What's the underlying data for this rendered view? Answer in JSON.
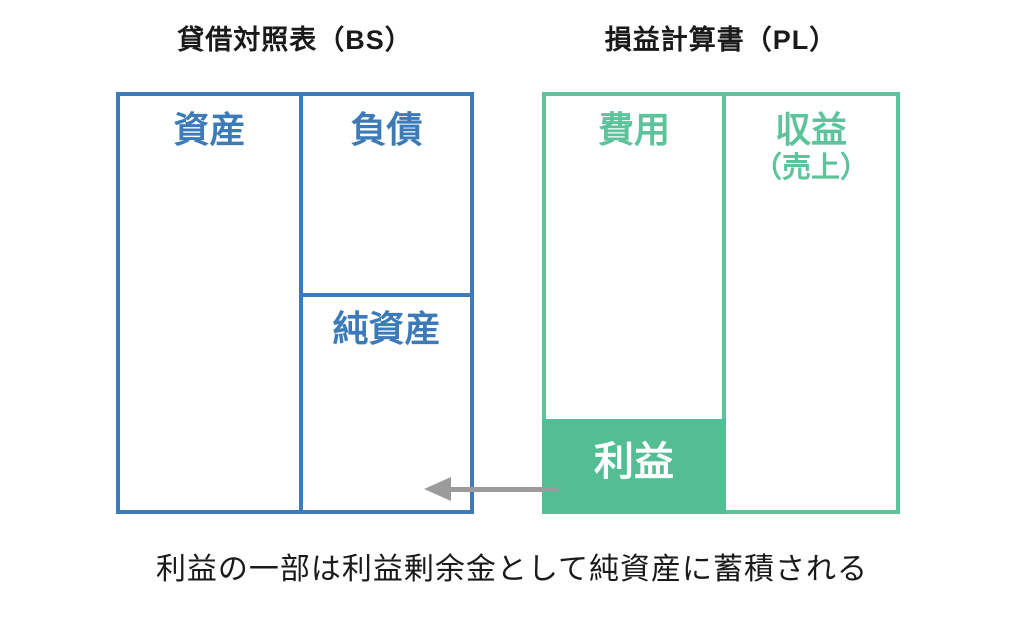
{
  "balance_sheet": {
    "title": "貸借対照表（BS）",
    "assets_label": "資産",
    "liabilities_label": "負債",
    "net_assets_label": "純資産"
  },
  "profit_loss": {
    "title": "損益計算書（PL）",
    "expenses_label": "費用",
    "revenue_label": "収益",
    "revenue_sub_label": "（売上）",
    "profit_label": "利益"
  },
  "caption": "利益の一部は利益剰余金として純資産に蓄積される",
  "colors": {
    "blue": "#3D7BB8",
    "green": "#5CC39B",
    "green_fill": "#53BE93",
    "arrow_gray": "#9B9B9B",
    "text_black": "#1A1A1A"
  }
}
